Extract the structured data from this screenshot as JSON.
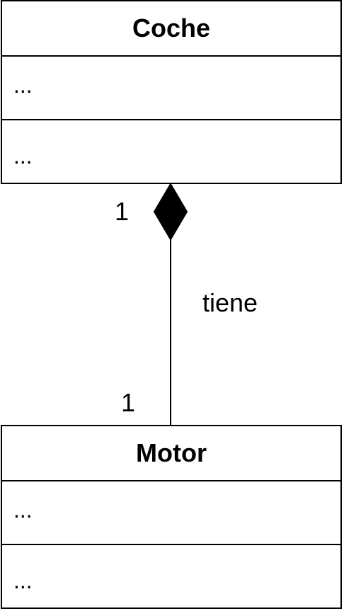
{
  "classes": {
    "coche": {
      "name": "Coche",
      "attributes": "...",
      "operations": "..."
    },
    "motor": {
      "name": "Motor",
      "attributes": "...",
      "operations": "..."
    }
  },
  "association": {
    "type": "composition",
    "label": "tiene",
    "whole_multiplicity": "1",
    "part_multiplicity": "1",
    "stroke_color": "#000000"
  }
}
